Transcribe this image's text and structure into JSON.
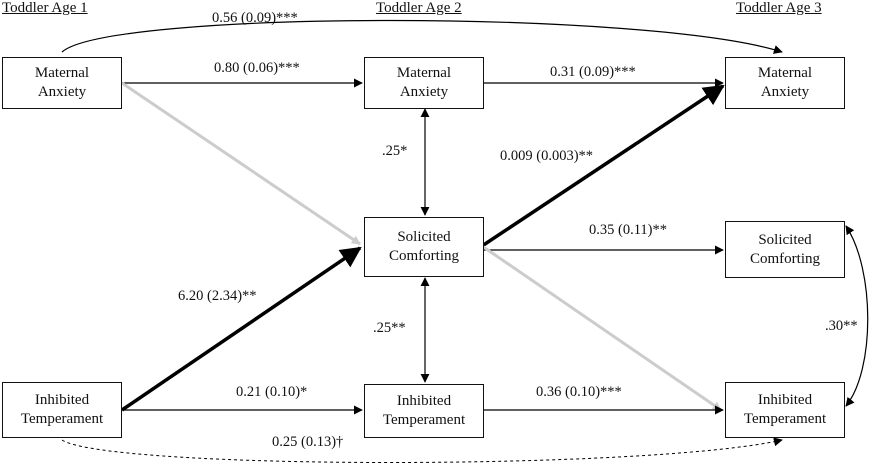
{
  "headers": {
    "age1": "Toddler Age 1",
    "age2": "Toddler Age 2",
    "age3": "Toddler Age 3"
  },
  "boxes": {
    "ma1": {
      "line1": "Maternal",
      "line2": "Anxiety"
    },
    "ma2": {
      "line1": "Maternal",
      "line2": "Anxiety"
    },
    "ma3": {
      "line1": "Maternal",
      "line2": "Anxiety"
    },
    "sc2": {
      "line1": "Solicited",
      "line2": "Comforting"
    },
    "sc3": {
      "line1": "Solicited",
      "line2": "Comforting"
    },
    "it1": {
      "line1": "Inhibited",
      "line2": "Temperament"
    },
    "it2": {
      "line1": "Inhibited",
      "line2": "Temperament"
    },
    "it3": {
      "line1": "Inhibited",
      "line2": "Temperament"
    }
  },
  "paths": {
    "ma1_ma3": "0.56 (0.09)***",
    "ma1_ma2": "0.80 (0.06)***",
    "ma2_ma3": "0.31 (0.09)***",
    "ma2_sc2": ".25*",
    "sc2_ma3": "0.009 (0.003)**",
    "sc2_sc3": "0.35 (0.11)**",
    "it1_sc2": "6.20 (2.34)**",
    "sc2_it2": ".25**",
    "it1_it2": "0.21 (0.10)*",
    "it2_it3": "0.36 (0.10)***",
    "it1_it3": "0.25 (0.13)†",
    "sc3_it3": ".30**"
  },
  "colors": {
    "significant": "#000000",
    "nonsignificant": "#cccccc"
  }
}
